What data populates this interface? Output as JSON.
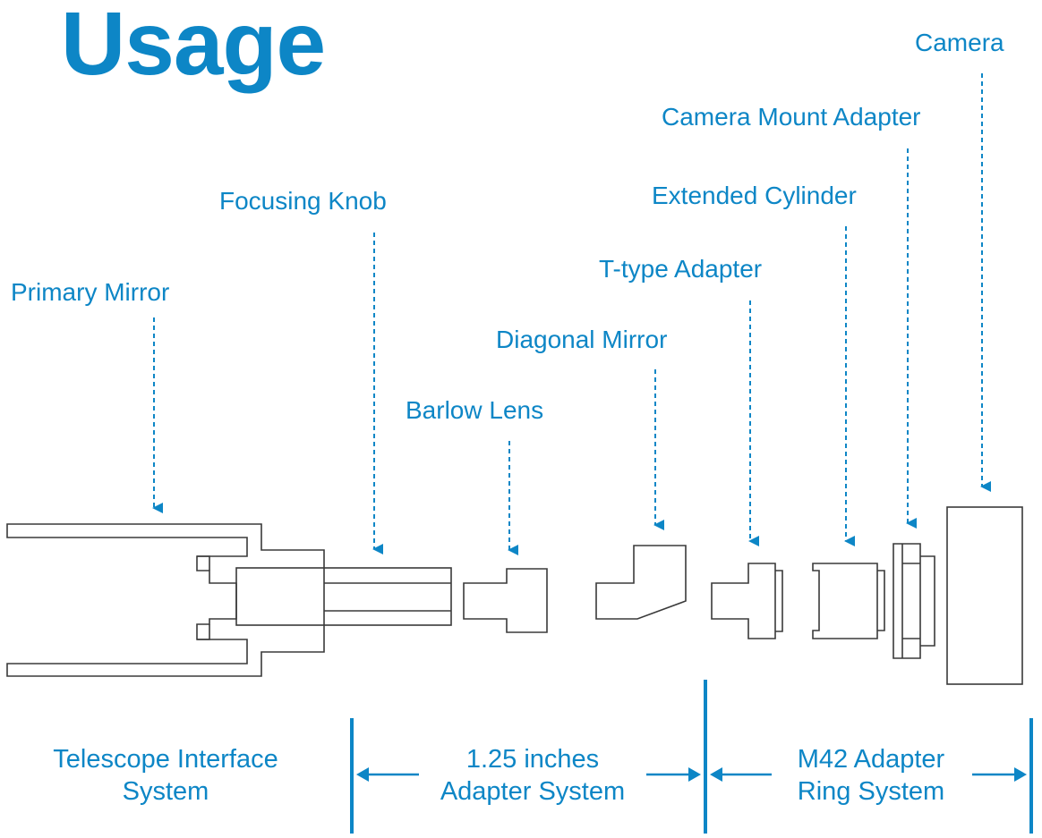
{
  "title": "Usage",
  "colors": {
    "accent": "#0d86c6",
    "line": "#3a3a3a",
    "background": "#ffffff"
  },
  "components": [
    {
      "id": "primary-mirror",
      "label": "Primary Mirror"
    },
    {
      "id": "focusing-knob",
      "label": "Focusing Knob"
    },
    {
      "id": "barlow-lens",
      "label": "Barlow Lens"
    },
    {
      "id": "diagonal-mirror",
      "label": "Diagonal Mirror"
    },
    {
      "id": "t-type-adapter",
      "label": "T-type Adapter"
    },
    {
      "id": "extended-cylinder",
      "label": "Extended Cylinder"
    },
    {
      "id": "camera-mount-adapter",
      "label": "Camera Mount Adapter"
    },
    {
      "id": "camera",
      "label": "Camera"
    }
  ],
  "systems": [
    {
      "id": "telescope-interface",
      "line1": "Telescope Interface",
      "line2": "System"
    },
    {
      "id": "adapter-125",
      "line1": "1.25 inches",
      "line2": "Adapter System"
    },
    {
      "id": "m42-ring",
      "line1": "M42 Adapter",
      "line2": "Ring System"
    }
  ]
}
